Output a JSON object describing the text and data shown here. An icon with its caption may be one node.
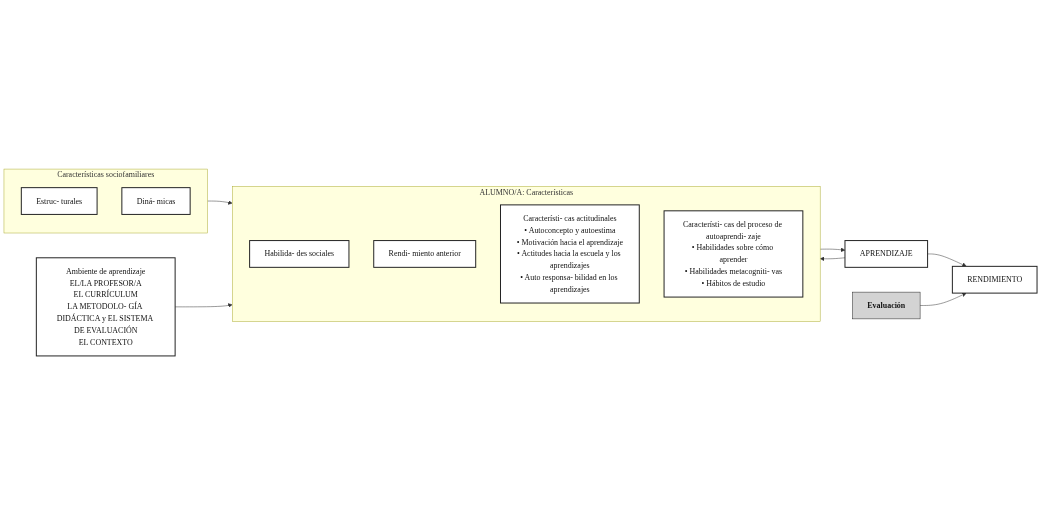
{
  "diagram": {
    "nodes": [
      {
        "text": [
          "Características sociofamiliares"
        ]
      },
      {
        "text": [
          "Estruc- turales"
        ],
        "in": 0
      },
      {
        "text": [
          "Diná- micas"
        ],
        "in": 0
      },
      {
        "text": [
          "Ambiente de aprendizaje",
          "EL/LA PROFESOR/A",
          "EL CURRÍCULUM",
          "LA METODOLO- GÍA DIDÁCTICA y EL SISTEMA DE EVALUACIÓN",
          "EL CONTEXTO"
        ]
      },
      {
        "text": [
          "ALUMNO/A: Características"
        ]
      },
      {
        "text": [
          "Habilida- des sociales"
        ],
        "in": 4
      },
      {
        "text": [
          "Rendi- miento anterior"
        ],
        "in": 4
      },
      {
        "text": [
          "Característi- cas actitudinales",
          "• Autoconcepto y autoestima",
          "• Motivación hacia el aprendizaje",
          "• Actitudes hacia la escuela y los aprendizajes",
          "• Auto responsa- bilidad en los aprendizajes"
        ],
        "in": 4
      },
      {
        "text": [
          "Característi- cas del proceso de autoaprendi- zaje",
          "• Habilidades sobre cómo aprender",
          "• Habilidades metacogniti- vas",
          "• Hábitos de estudio"
        ],
        "in": 4
      },
      {
        "text": [
          "APRENDIZAJE"
        ]
      },
      {
        "text": [
          "RENDIMIENTO"
        ]
      },
      {
        "text": [
          "Evaluación"
        ]
      }
    ],
    "edges": [
      {
        "from": 0,
        "to": 4,
        "arrow": "to"
      },
      {
        "from": 3,
        "to": 4,
        "arrow": "to"
      },
      {
        "from": 4,
        "to": 9,
        "arrow": "to"
      },
      {
        "from": 9,
        "to": 10,
        "arrow": "to"
      },
      {
        "from": 11,
        "to": 10,
        "arrow": "to"
      },
      {
        "from": 9,
        "to": 4,
        "arrow": "to"
      }
    ]
  }
}
